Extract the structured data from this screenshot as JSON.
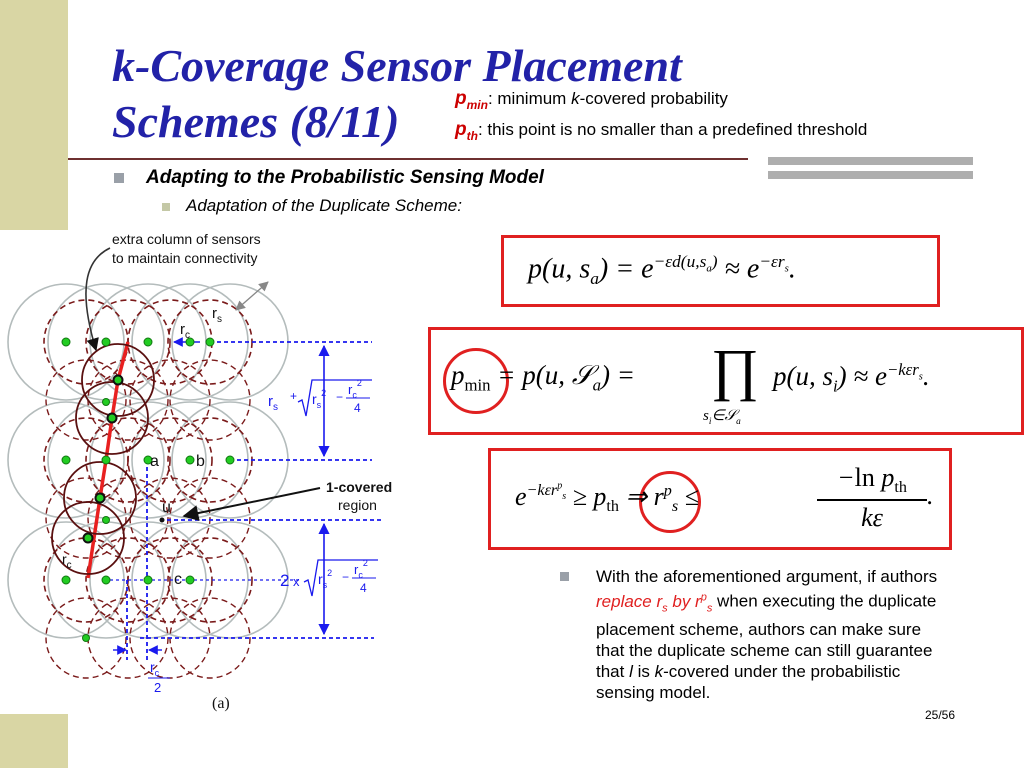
{
  "title": {
    "line1": "k-Coverage Sensor Placement",
    "line2": "Schemes (8/11)"
  },
  "definitions": {
    "pmin": {
      "symbol": "p",
      "sub": "min",
      "desc_pre": ": minimum ",
      "desc_k": "k",
      "desc_post": "-covered probability"
    },
    "pth": {
      "symbol": "p",
      "sub": "th",
      "desc": ": this point is no smaller than a predefined threshold"
    }
  },
  "bullets": {
    "level1": "Adapting to the Probabilistic Sensing Model",
    "level2": "Adaptation of the Duplicate Scheme:"
  },
  "diagram": {
    "annotation_top_line1": "extra column of sensors",
    "annotation_top_line2": "to maintain connectivity",
    "label_rs": "r",
    "label_rs_sub": "s",
    "label_rc": "r",
    "label_rc_sub": "c",
    "label_a": "a",
    "label_b": "b",
    "label_u": "u",
    "label_c": "c",
    "covered_line1": "1-covered",
    "covered_line2": "region",
    "label_factor2": "2",
    "label_x": "x",
    "label_plus": "+",
    "label_num4": "4",
    "label_num2": "2",
    "caption": "(a)"
  },
  "equations": {
    "eq1": "p(u, s_a) = e^{-εd(u,s_a)} ≈ e^{-εr_s}.",
    "eq2": "p_min = p(u, S_a) = ∏_{s_i∈S_a} p(u, s_i) ≈ e^{-kεr_s}.",
    "eq3": "e^{-kεr_s^p} ≥ p_th ⇒ r_s^p ≤ (-ln p_th)/(kε)."
  },
  "paragraph": {
    "part1": "With the aforementioned  argument, if authors ",
    "highlight": "replace r",
    "highlight_sub": "s",
    "highlight_mid": " by r",
    "highlight_sup": "p",
    "highlight_sub2": "s",
    "part2": " when executing the duplicate placement scheme, authors can make sure that the duplicate scheme can still guarantee that ",
    "l": "l",
    "part3": " is ",
    "k": "k",
    "part4": "-covered under the probabilistic sensing model."
  },
  "page_number": "25/56",
  "colors": {
    "title_blue": "#2222a8",
    "accent_red": "#e02020",
    "left_bar": "#d9d6a4",
    "sensor_green": "#22cc22",
    "link_red": "#e82020",
    "dim_blue": "#1a1aee"
  }
}
